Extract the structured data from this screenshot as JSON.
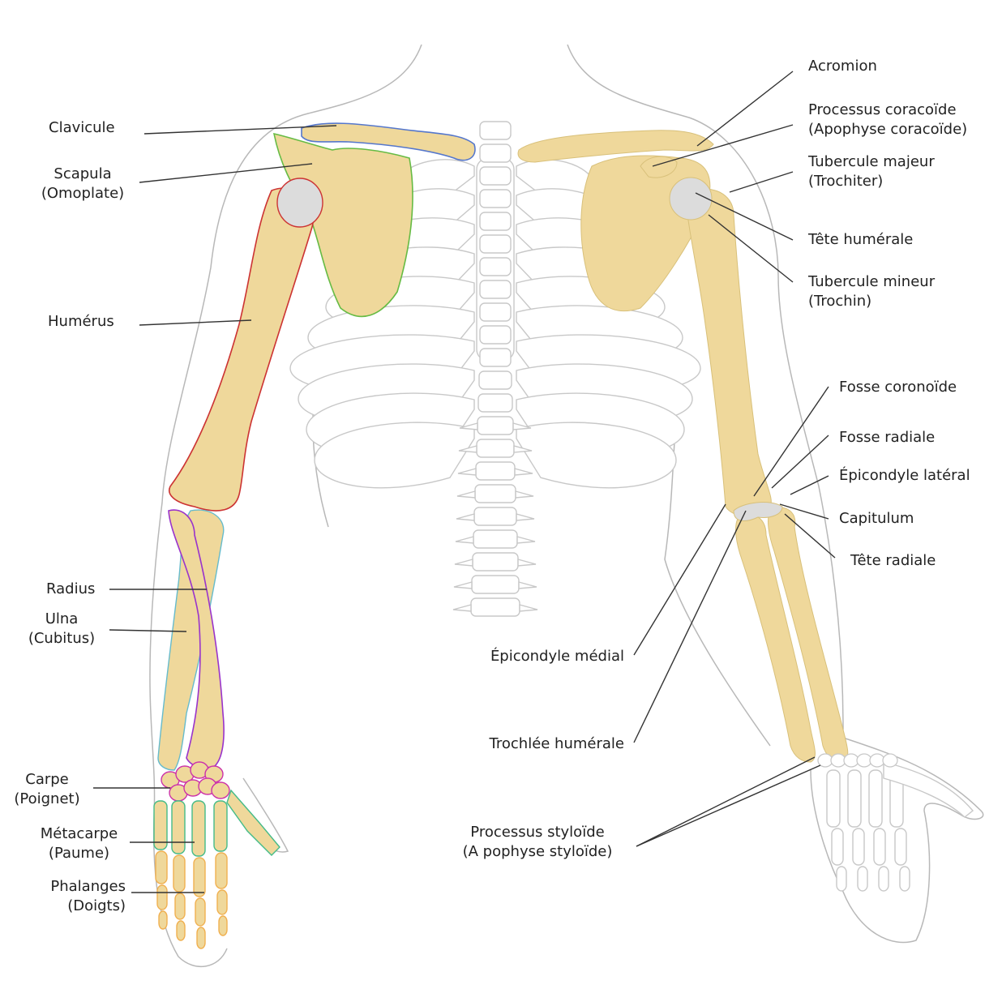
{
  "colors": {
    "bone": "#efd89b",
    "bone_outline": "#d8c07a",
    "cartilage": "#dcdcdc",
    "skin_outline": "#b8b8b8",
    "ribs_outline": "#c8c8c8",
    "leader": "#333333",
    "clavicle_outline": "#5577cc",
    "scapula_outline": "#66bb44",
    "humerus_outline": "#cc3333",
    "radius_outline": "#9933cc",
    "ulna_outline": "#66bbcc",
    "carpal_outline": "#cc33aa",
    "metacarpal_outline": "#44bb88",
    "phalanx_outline": "#f0b050"
  },
  "labels": {
    "clavicule": "Clavicule",
    "scapula": [
      "Scapula",
      "(Omoplate)"
    ],
    "humerus": "Humérus",
    "radius": "Radius",
    "ulna": [
      "Ulna",
      "(Cubitus)"
    ],
    "carpe": [
      "Carpe",
      "(Poignet)"
    ],
    "metacarpe": [
      "Métacarpe",
      "(Paume)"
    ],
    "phalanges": [
      "Phalanges",
      "(Doigts)"
    ],
    "acromion": "Acromion",
    "processus_coracoide": [
      "Processus coracoïde",
      "(Apophyse coracoïde)"
    ],
    "tubercule_majeur": [
      "Tubercule majeur",
      "(Trochiter)"
    ],
    "tete_humerale": "Tête humérale",
    "tubercule_mineur": [
      "Tubercule mineur",
      "(Trochin)"
    ],
    "fosse_coronoide": "Fosse coronoïde",
    "fosse_radiale": "Fosse radiale",
    "epicondyle_lateral": "Épicondyle latéral",
    "capitulum": "Capitulum",
    "tete_radiale": "Tête radiale",
    "epicondyle_medial": "Épicondyle médial",
    "trochlee_humerale": "Trochlée humérale",
    "processus_styloide": [
      "Processus styloïde",
      "(A pophyse styloïde)"
    ]
  }
}
